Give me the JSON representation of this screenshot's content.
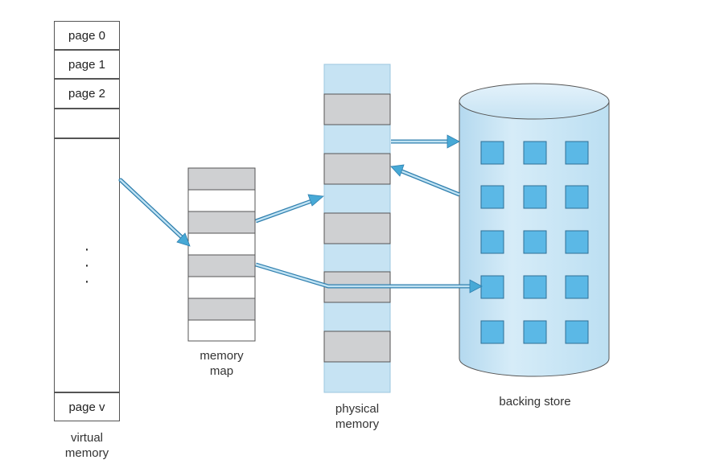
{
  "virtual_memory": {
    "pages": [
      "page 0",
      "page 1",
      "page 2"
    ],
    "last_page": "page v",
    "ellipsis": "·\n·\n·",
    "caption_line1": "virtual",
    "caption_line2": "memory"
  },
  "memory_map": {
    "caption_line1": "memory",
    "caption_line2": "map"
  },
  "physical_memory": {
    "caption_line1": "physical",
    "caption_line2": "memory"
  },
  "backing_store": {
    "caption": "backing store"
  },
  "colors": {
    "light_blue": "#c6e3f3",
    "block_gray": "#cfd0d2",
    "arrow_blue": "#47a9d6",
    "cell_blue": "#5bb8e6",
    "outline": "#555555"
  }
}
